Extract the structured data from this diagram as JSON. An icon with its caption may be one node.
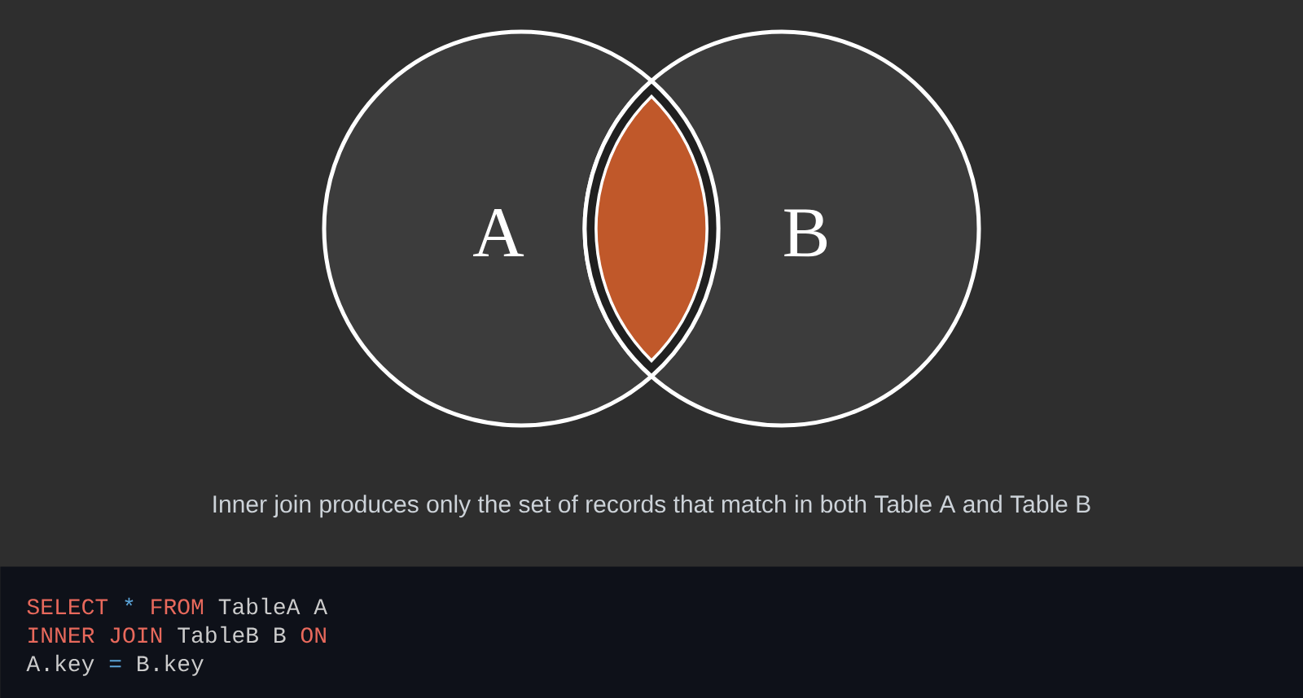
{
  "diagram": {
    "caption": "Inner join produces only the set of records that match in both Table A and Table B",
    "nodes": [
      {
        "text": [
          "A"
        ]
      },
      {
        "text": [
          "B"
        ]
      },
      {
        "text": [],
        "shape": "lens"
      },
      {
        "text": [
          "SELECT * FROM TableA A",
          "INNER JOIN TableB B ON",
          "A.key = B.key"
        ]
      }
    ]
  }
}
